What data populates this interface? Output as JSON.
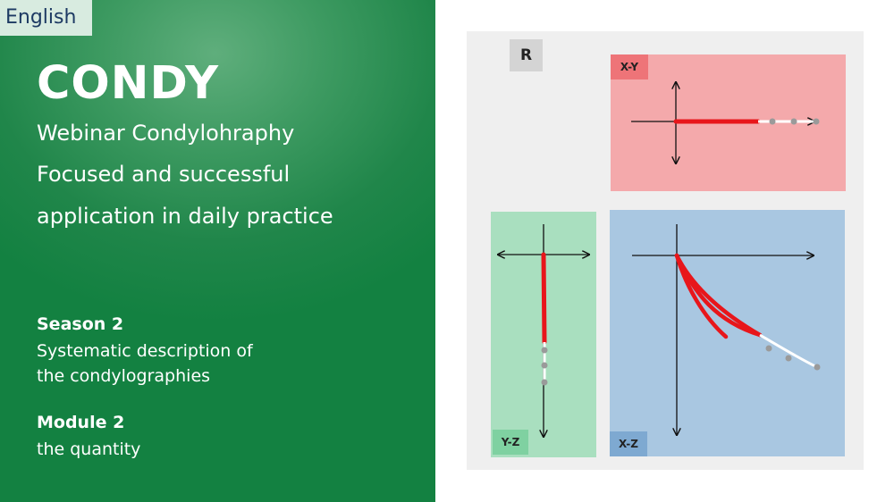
{
  "language": "English",
  "title": "CONDY",
  "subtitle_lines": [
    "Webinar Condylohraphy",
    "Focused and successful",
    "application in daily practice"
  ],
  "season": {
    "heading": "Season 2",
    "lines": [
      "Systematic description of",
      "the condylographies"
    ]
  },
  "module": {
    "heading": "Module 2",
    "lines": [
      "the quantity"
    ]
  },
  "figure": {
    "side_label": "R",
    "panels": {
      "xy": {
        "label": "X-Y",
        "color": "#f4a9ab",
        "tag_color": "#ee7478"
      },
      "yz": {
        "label": "Y-Z",
        "color": "#a9dfbf",
        "tag_color": "#7fd1a1"
      },
      "xz": {
        "label": "X-Z",
        "color": "#a9c7e1",
        "tag_color": "#7ea9d1"
      }
    },
    "trace_color": "#e8161b",
    "dot_color": "#9a9a9a"
  }
}
